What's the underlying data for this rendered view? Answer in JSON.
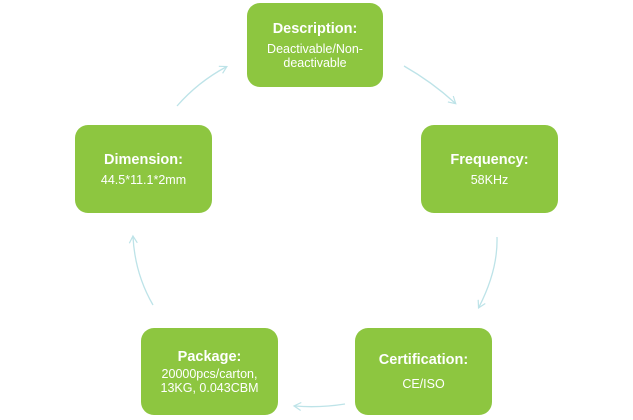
{
  "diagram": {
    "node_color": "#8DC640",
    "connector_color": "#BDE3E8",
    "nodes": {
      "description": {
        "title": "Description:",
        "text": "Deactivable/Non-deactivable"
      },
      "frequency": {
        "title": "Frequency:",
        "text": "58KHz"
      },
      "certification": {
        "title": "Certification:",
        "text": "CE/ISO"
      },
      "package": {
        "title": "Package:",
        "text": "20000pcs/carton, 13KG, 0.043CBM"
      },
      "dimension": {
        "title": "Dimension:",
        "text": "44.5*11.1*2mm"
      }
    }
  }
}
